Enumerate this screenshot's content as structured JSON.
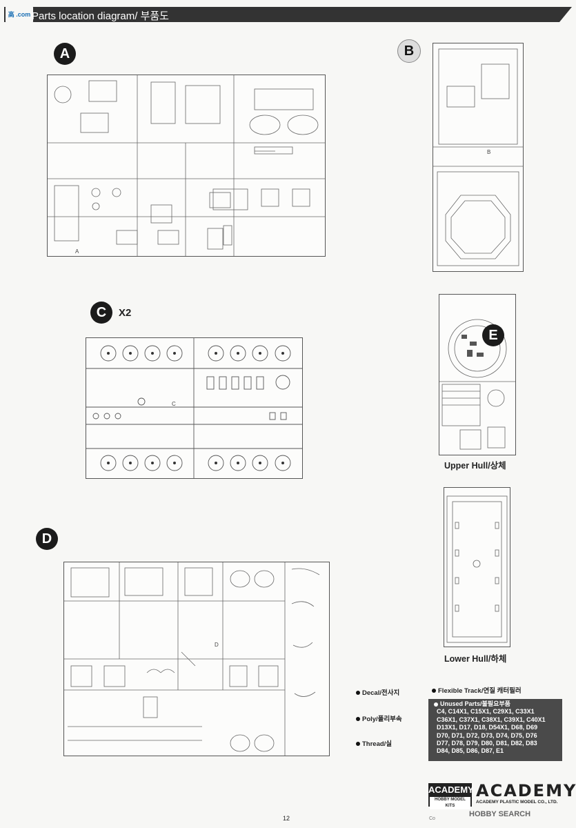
{
  "header": {
    "title": "Parts location diagram/ 부품도",
    "logo_text": "高 .com"
  },
  "sprues": {
    "a": {
      "letter": "A",
      "sprue_label": "A"
    },
    "b": {
      "letter": "B",
      "sprue_label": "B"
    },
    "c": {
      "letter": "C",
      "multiplier": "X2",
      "sprue_label": "C"
    },
    "d": {
      "letter": "D",
      "sprue_label": "D"
    },
    "e": {
      "letter": "E"
    }
  },
  "captions": {
    "upper_hull": "Upper Hull/상체",
    "lower_hull": "Lower Hull/하체"
  },
  "legend": {
    "decal": "Decal/전사지",
    "poly": "Poly/폴리부속",
    "thread": "Thread/실",
    "track": "Flexible Track/연질 캐터필러"
  },
  "unused_parts": {
    "title": "Unused Parts/불필요부품",
    "lines": [
      "C4, C14X1, C15X1, C29X1, C33X1",
      "C36X1, C37X1, C38X1, C39X1, C40X1",
      "D13X1, D17, D18, D54X1, D68, D69",
      "D70, D71, D72, D73, D74, D75, D76",
      "D77, D78, D79, D80, D81, D82, D83",
      "D84, D85, D86, D87, E1"
    ]
  },
  "footer": {
    "page_number": "12",
    "brand_left": "ACADEMY",
    "brand_left_sub": "HOBBY MODEL KITS",
    "brand_right": "ACADEMY",
    "brand_right_sub": "ACADEMY PLASTIC MODEL CO., LTD.",
    "watermark": "HOBBY SEARCH",
    "copyright": "Co"
  }
}
